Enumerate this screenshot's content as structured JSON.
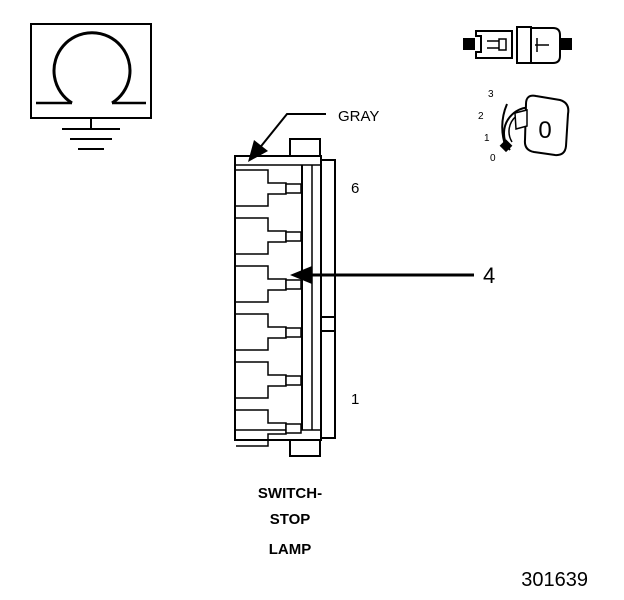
{
  "connector": {
    "color_label": "GRAY",
    "pin_top": "6",
    "pin_bottom": "1",
    "callout": "4",
    "name_lines": [
      "SWITCH-",
      "STOP",
      "LAMP"
    ],
    "cavity_count": 6
  },
  "key_position": {
    "positions": [
      "3",
      "2",
      "1",
      "0"
    ],
    "selected": "0"
  },
  "figure_number": "301639",
  "icons": [
    "ground-omega-symbol-icon",
    "connector-plug-icon",
    "ignition-key-icon"
  ]
}
